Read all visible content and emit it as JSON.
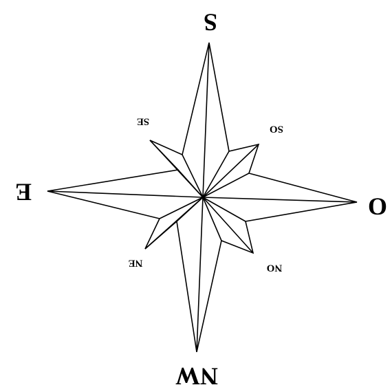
{
  "compass": {
    "ink_color": "#000000",
    "background_color": "#ffffff",
    "labels": {
      "top": "S",
      "right": "O",
      "bottom": "NW",
      "left": "E",
      "upper_left": "SE",
      "upper_right": "SO",
      "lower_right": "NO",
      "lower_left": "NE"
    }
  }
}
